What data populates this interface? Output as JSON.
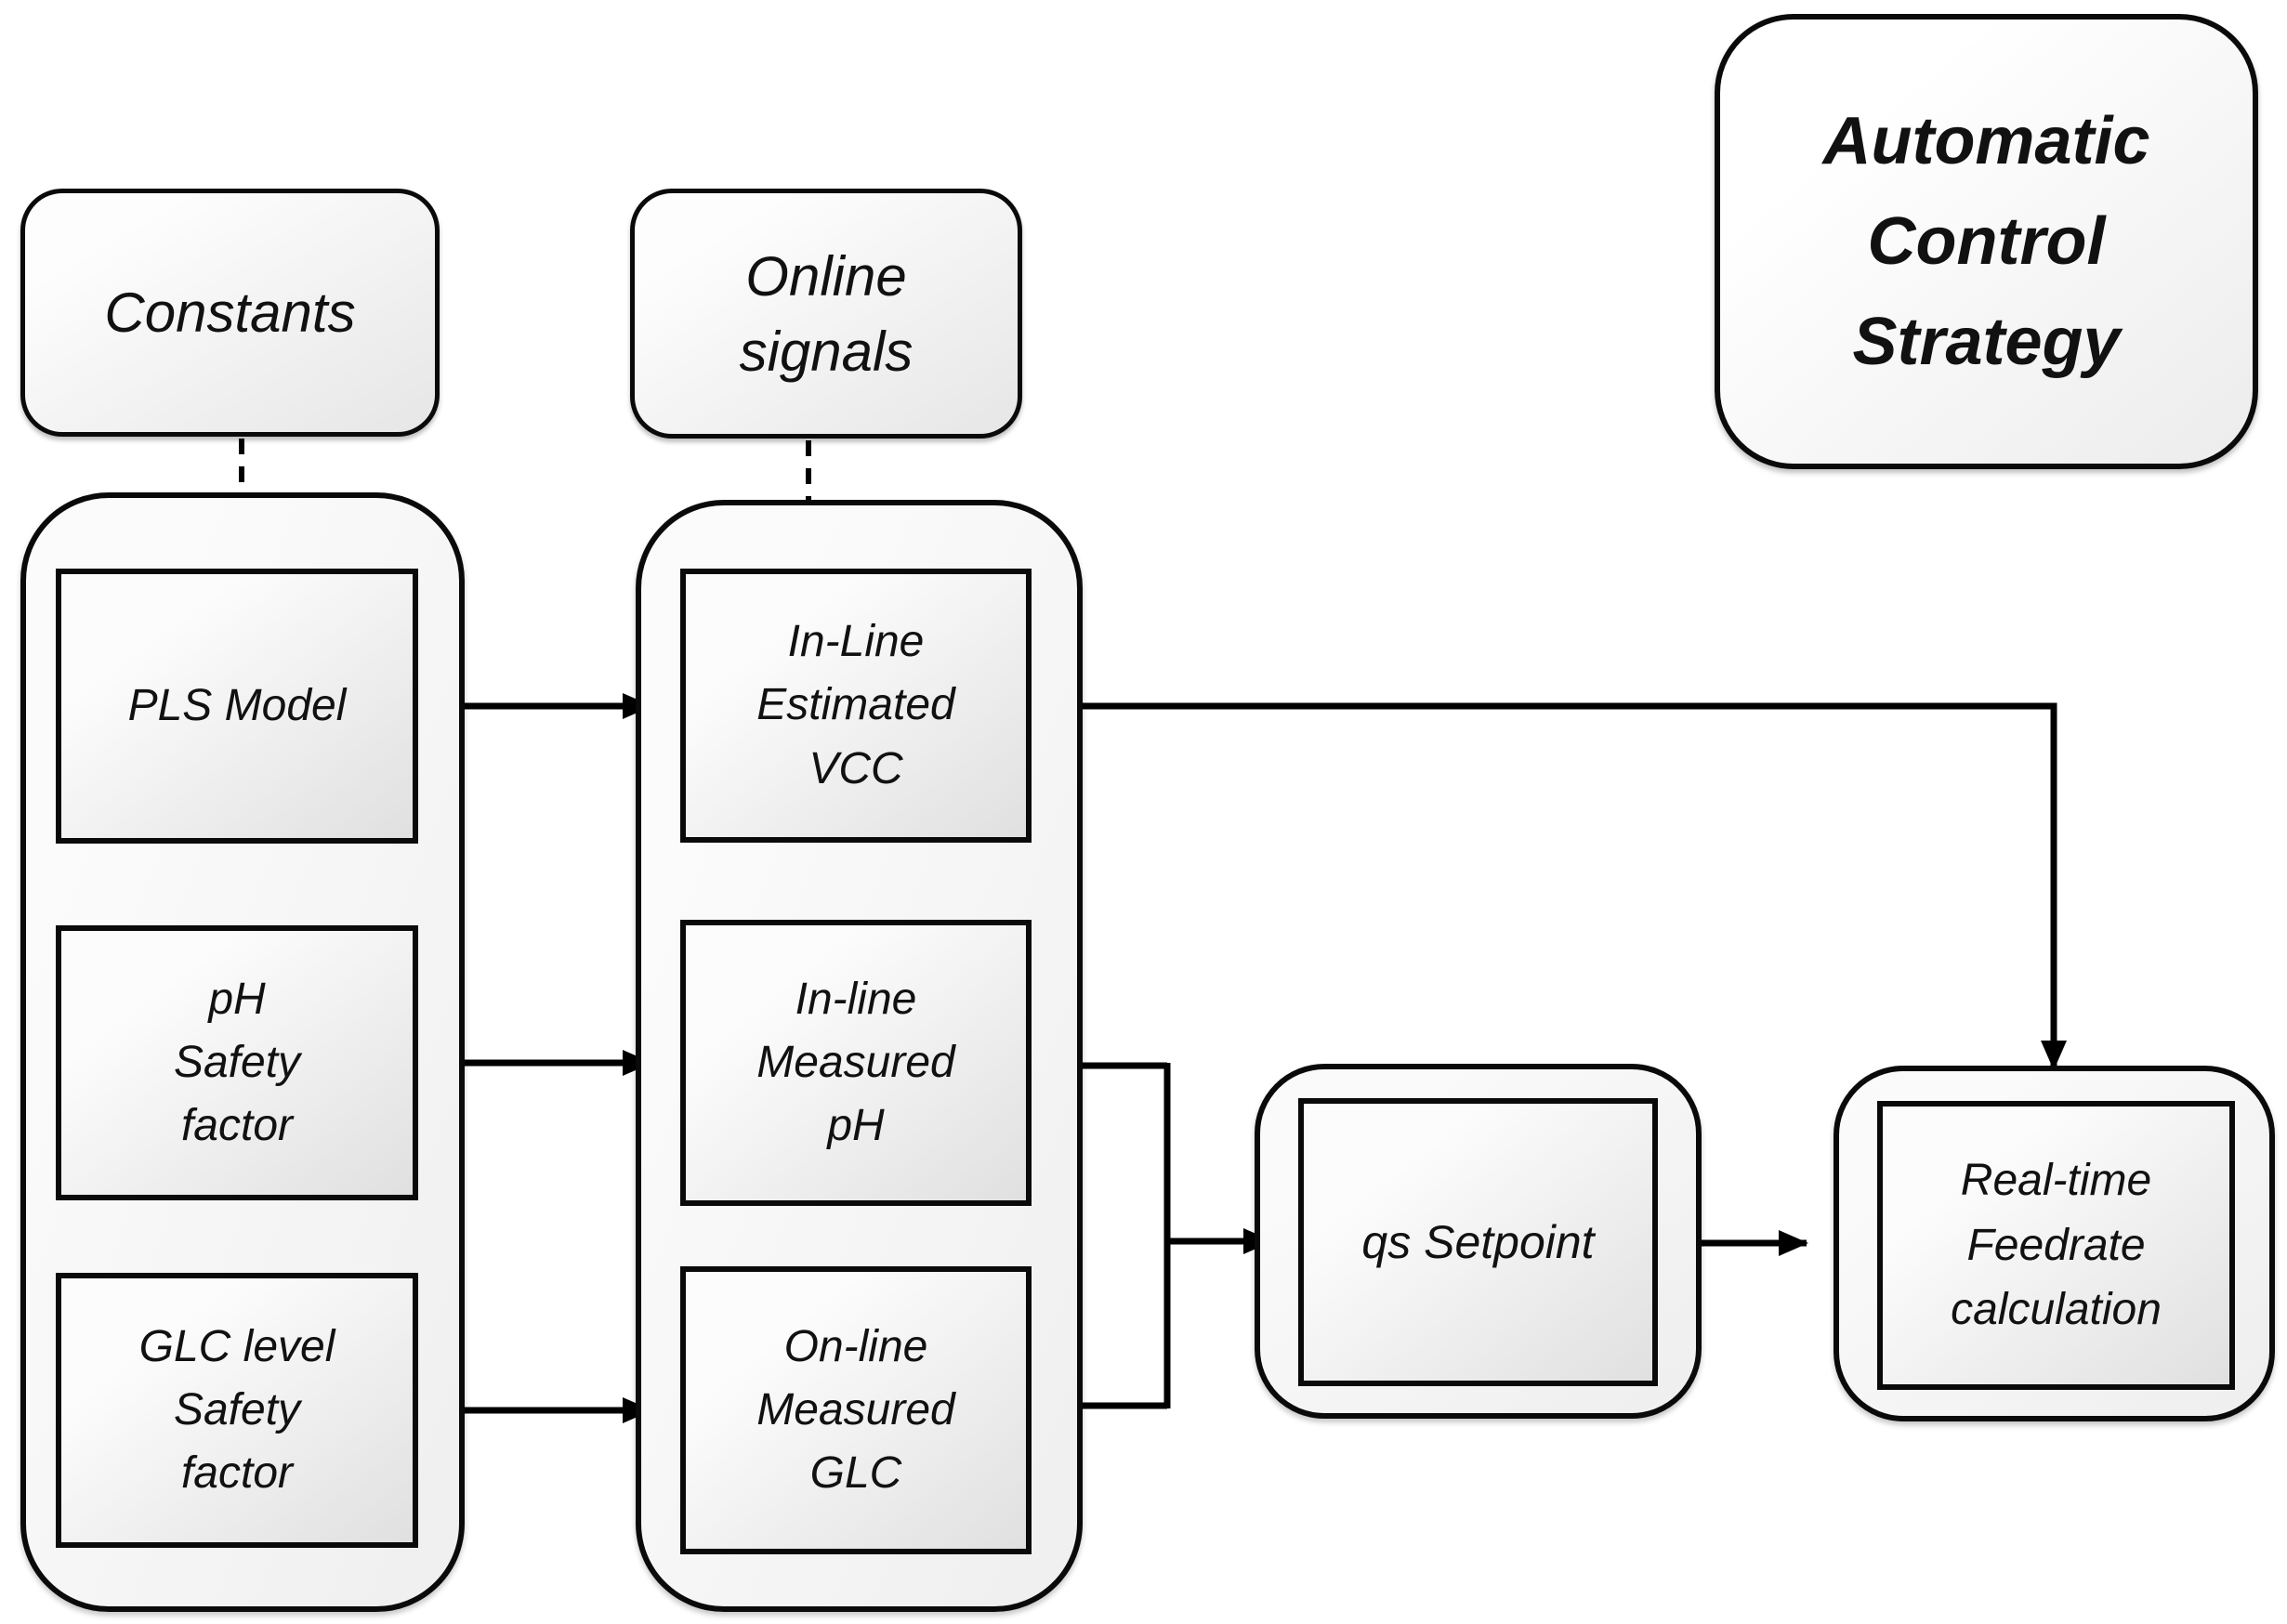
{
  "diagram": {
    "title": "Automatic\nControl\nStrategy",
    "constants": {
      "header": "Constants",
      "items": [
        {
          "label": "PLS Model"
        },
        {
          "label": "pH\nSafety\nfactor"
        },
        {
          "label": "GLC level\nSafety\nfactor"
        }
      ]
    },
    "online_signals": {
      "header": "Online\nsignals",
      "items": [
        {
          "label": "In-Line\nEstimated\nVCC"
        },
        {
          "label": "In-line\nMeasured\npH"
        },
        {
          "label": "On-line\nMeasured\nGLC"
        }
      ]
    },
    "outputs": {
      "qs_setpoint": "qs Setpoint",
      "realtime_feedrate": "Real-time\nFeedrate\ncalculation"
    },
    "colors": {
      "border": "#0a0a0a",
      "line": "#000000",
      "text": "#111111",
      "fill_light": "#fcfcfc",
      "fill_dark": "#e0e0e0"
    }
  }
}
